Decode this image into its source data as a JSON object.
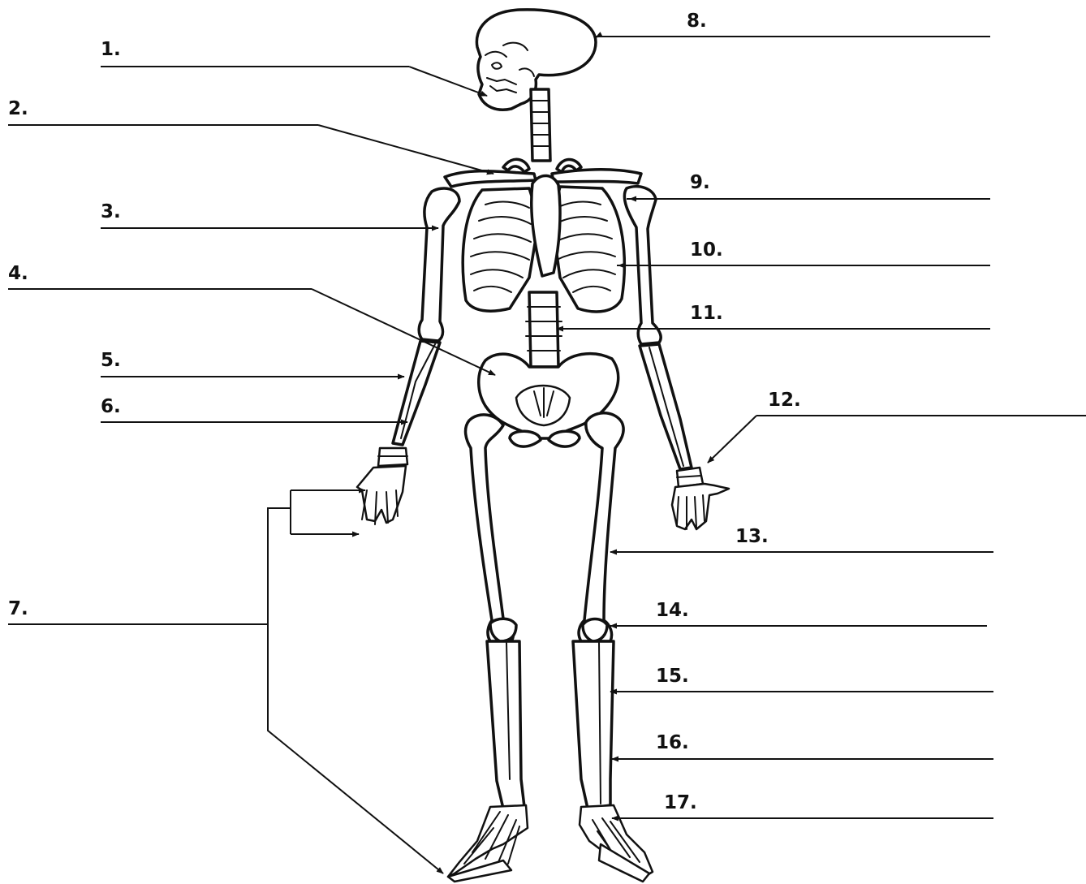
{
  "colors": {
    "line": "#111111",
    "background": "#ffffff"
  },
  "labels": [
    {
      "id": "1",
      "text": "1."
    },
    {
      "id": "2",
      "text": "2."
    },
    {
      "id": "3",
      "text": "3."
    },
    {
      "id": "4",
      "text": "4."
    },
    {
      "id": "5",
      "text": "5."
    },
    {
      "id": "6",
      "text": "6."
    },
    {
      "id": "7",
      "text": "7."
    },
    {
      "id": "8",
      "text": "8."
    },
    {
      "id": "9",
      "text": "9."
    },
    {
      "id": "10",
      "text": "10."
    },
    {
      "id": "11",
      "text": "11."
    },
    {
      "id": "12",
      "text": "12."
    },
    {
      "id": "13",
      "text": "13."
    },
    {
      "id": "14",
      "text": "14."
    },
    {
      "id": "15",
      "text": "15."
    },
    {
      "id": "16",
      "text": "16."
    },
    {
      "id": "17",
      "text": "17."
    }
  ]
}
